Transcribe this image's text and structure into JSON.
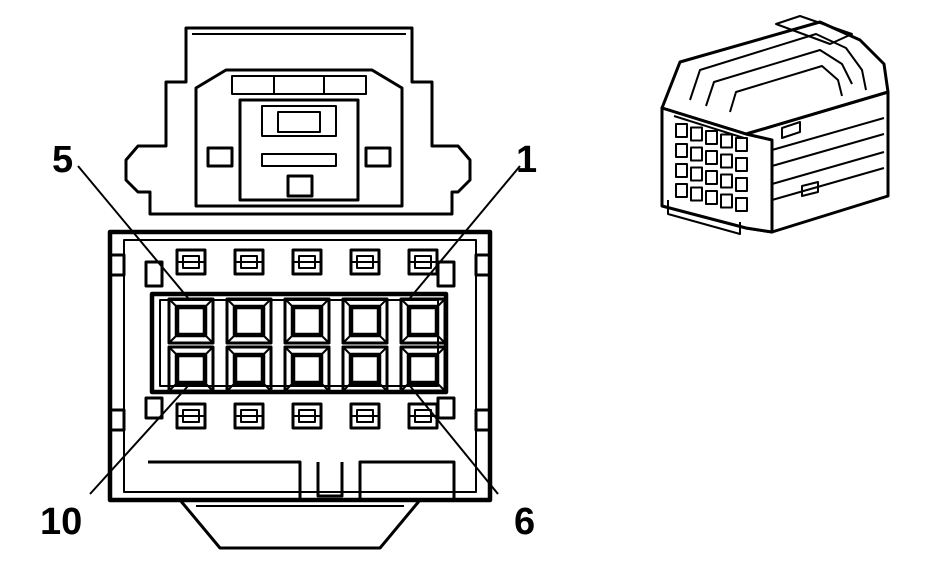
{
  "callouts": {
    "top_left": "5",
    "top_right": "1",
    "bottom_left": "10",
    "bottom_right": "6"
  },
  "terminals": {
    "rows": 2,
    "cols": 5
  }
}
